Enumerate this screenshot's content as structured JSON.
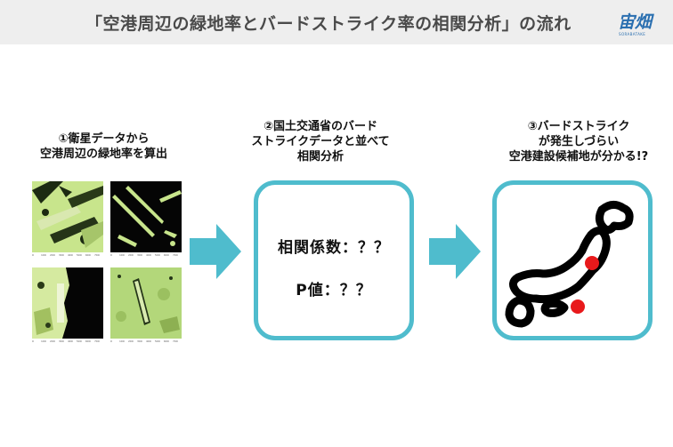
{
  "header": {
    "title": "「空港周辺の緑地率とバードストライク率の相関分析」の流れ",
    "logo_text": "宙畑",
    "logo_sub": "SORABATAKE"
  },
  "steps": [
    {
      "label_lines": [
        "①衛星データから",
        "空港周辺の緑地率を算出"
      ]
    },
    {
      "label_lines": [
        "②国土交通省のバード",
        "ストライクデータと並べて",
        "相関分析"
      ]
    },
    {
      "label_lines": [
        "③バードストライク",
        "が発生しづらい",
        "空港建設候補地が分かる!?"
      ]
    }
  ],
  "result": {
    "correlation": "相関係数：？？",
    "p_value": "P値：？？"
  },
  "satellite_panel_axes": [
    "0",
    "100",
    "200",
    "300",
    "400",
    "500",
    "600",
    "700"
  ],
  "colors": {
    "accent": "#4fbccd",
    "arrow": "#4fbccd",
    "marker": "#e8191b",
    "vegetation": "#c8e58c",
    "header_bg": "#eeeeee"
  },
  "icons": {
    "arrow": "right-arrow-icon",
    "map": "japan-map-icon",
    "logo": "sorabatake-logo"
  }
}
